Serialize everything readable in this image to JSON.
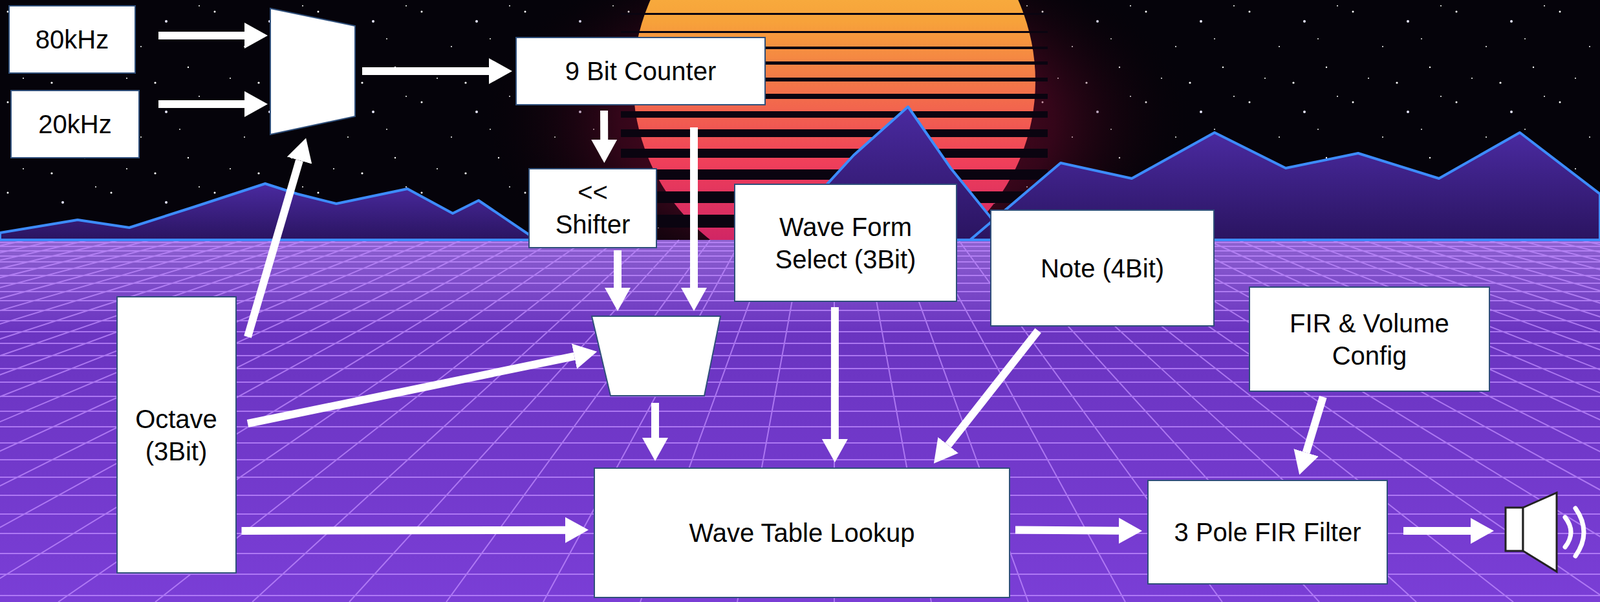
{
  "diagram": {
    "nodes": [
      {
        "text": [
          "80kHz"
        ]
      },
      {
        "text": [
          "20kHz"
        ]
      },
      {
        "text": [
          "9 Bit Counter"
        ]
      },
      {
        "text": [
          "<< Shifter"
        ]
      },
      {
        "text": [
          "Wave Form Select (3Bit)"
        ]
      },
      {
        "text": [
          "Note (4Bit)"
        ]
      },
      {
        "text": [
          "FIR & Volume Config"
        ]
      },
      {
        "text": [
          "Octave (3Bit)"
        ]
      },
      {
        "text": [
          "Wave Table Lookup"
        ]
      },
      {
        "text": [
          "3 Pole FIR Filter"
        ]
      }
    ],
    "edges": [
      {
        "from": 2,
        "to": 3,
        "arrow": "to"
      },
      {
        "from": 4,
        "to": 8,
        "arrow": "to"
      },
      {
        "from": 5,
        "to": 8,
        "arrow": "to"
      },
      {
        "from": 7,
        "to": 8,
        "arrow": "to"
      },
      {
        "from": 6,
        "to": 9,
        "arrow": "to"
      },
      {
        "from": 8,
        "to": 9,
        "arrow": "to"
      }
    ]
  }
}
